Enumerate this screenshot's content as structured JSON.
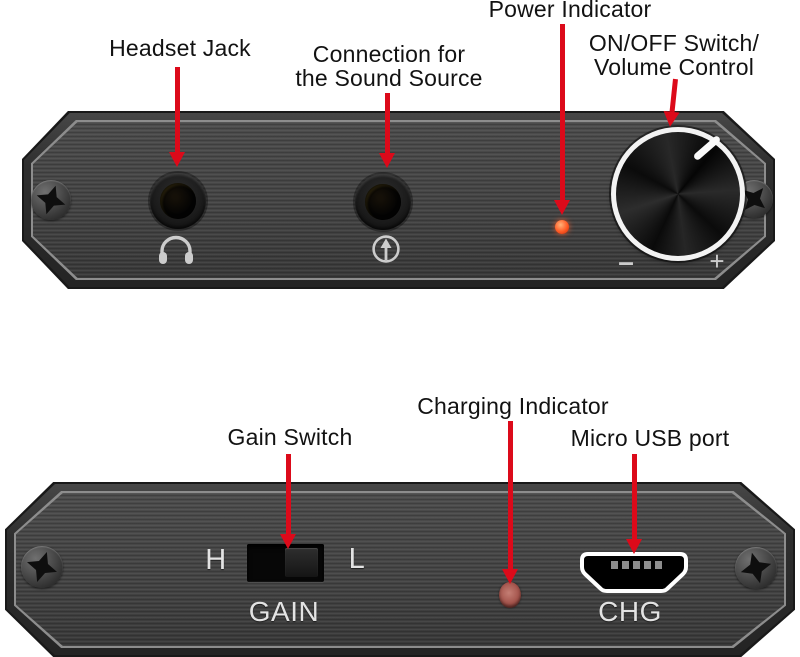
{
  "annotations": {
    "headset_jack": "Headset Jack",
    "connection_line1": "Connection for",
    "connection_line2": "the Sound Source",
    "power_indicator": "Power Indicator",
    "onoff_line1": "ON/OFF Switch/",
    "onoff_line2": "Volume Control",
    "gain_switch": "Gain Switch",
    "charging_indicator": "Charging Indicator",
    "micro_usb_port": "Micro USB port"
  },
  "front_panel": {
    "volume_min_label": "–",
    "volume_max_label": "+"
  },
  "rear_panel": {
    "gain_high": "H",
    "gain_low": "L",
    "gain_caption": "GAIN",
    "charge_caption": "CHG"
  },
  "icons": {
    "headset_jack_icon": "headphone-icon",
    "source_jack_icon": "audio-input-arrow-icon",
    "chassis_screws": "phillips-screw-icon",
    "charge_port": "micro-usb-icon"
  },
  "colors": {
    "annotation_arrow": "#dc0a1a",
    "power_led": "#ff5a24",
    "charging_led": "#a3534b",
    "panel_face": "#444444",
    "knob_ring": "#f3f3f3",
    "panel_text": "#e3e3e3",
    "label_text": "#121212"
  }
}
